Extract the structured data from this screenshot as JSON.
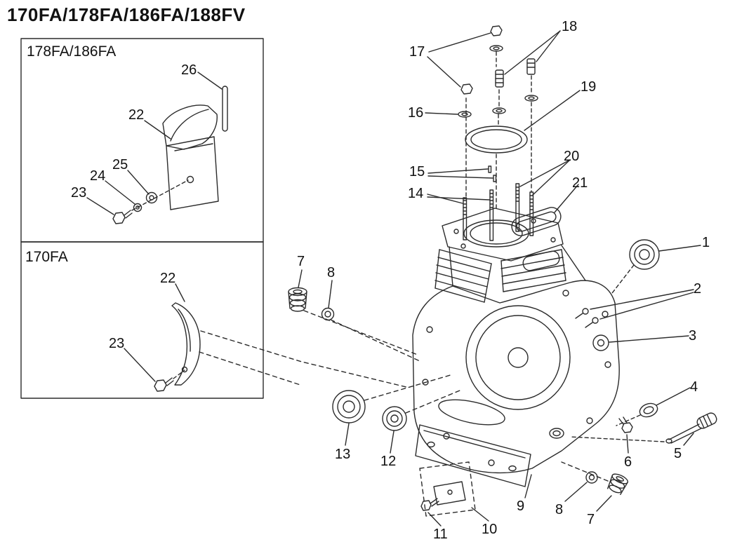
{
  "title": "170FA/178FA/186FA/188FV",
  "insets": {
    "top": {
      "label": "178FA/186FA"
    },
    "bottom": {
      "label": "170FA"
    }
  },
  "callouts": {
    "main": [
      {
        "id": "17"
      },
      {
        "id": "18"
      },
      {
        "id": "16"
      },
      {
        "id": "19"
      },
      {
        "id": "15"
      },
      {
        "id": "14"
      },
      {
        "id": "20"
      },
      {
        "id": "21"
      },
      {
        "id": "1"
      },
      {
        "id": "2"
      },
      {
        "id": "3"
      },
      {
        "id": "4"
      },
      {
        "id": "5"
      },
      {
        "id": "6"
      },
      {
        "id": "7"
      },
      {
        "id": "8"
      },
      {
        "id": "13"
      },
      {
        "id": "12"
      },
      {
        "id": "9"
      },
      {
        "id": "8"
      },
      {
        "id": "7"
      },
      {
        "id": "11"
      },
      {
        "id": "10"
      }
    ],
    "inset_top": [
      {
        "id": "26"
      },
      {
        "id": "22"
      },
      {
        "id": "25"
      },
      {
        "id": "24"
      },
      {
        "id": "23"
      }
    ],
    "inset_bottom": [
      {
        "id": "22"
      },
      {
        "id": "23"
      }
    ]
  }
}
